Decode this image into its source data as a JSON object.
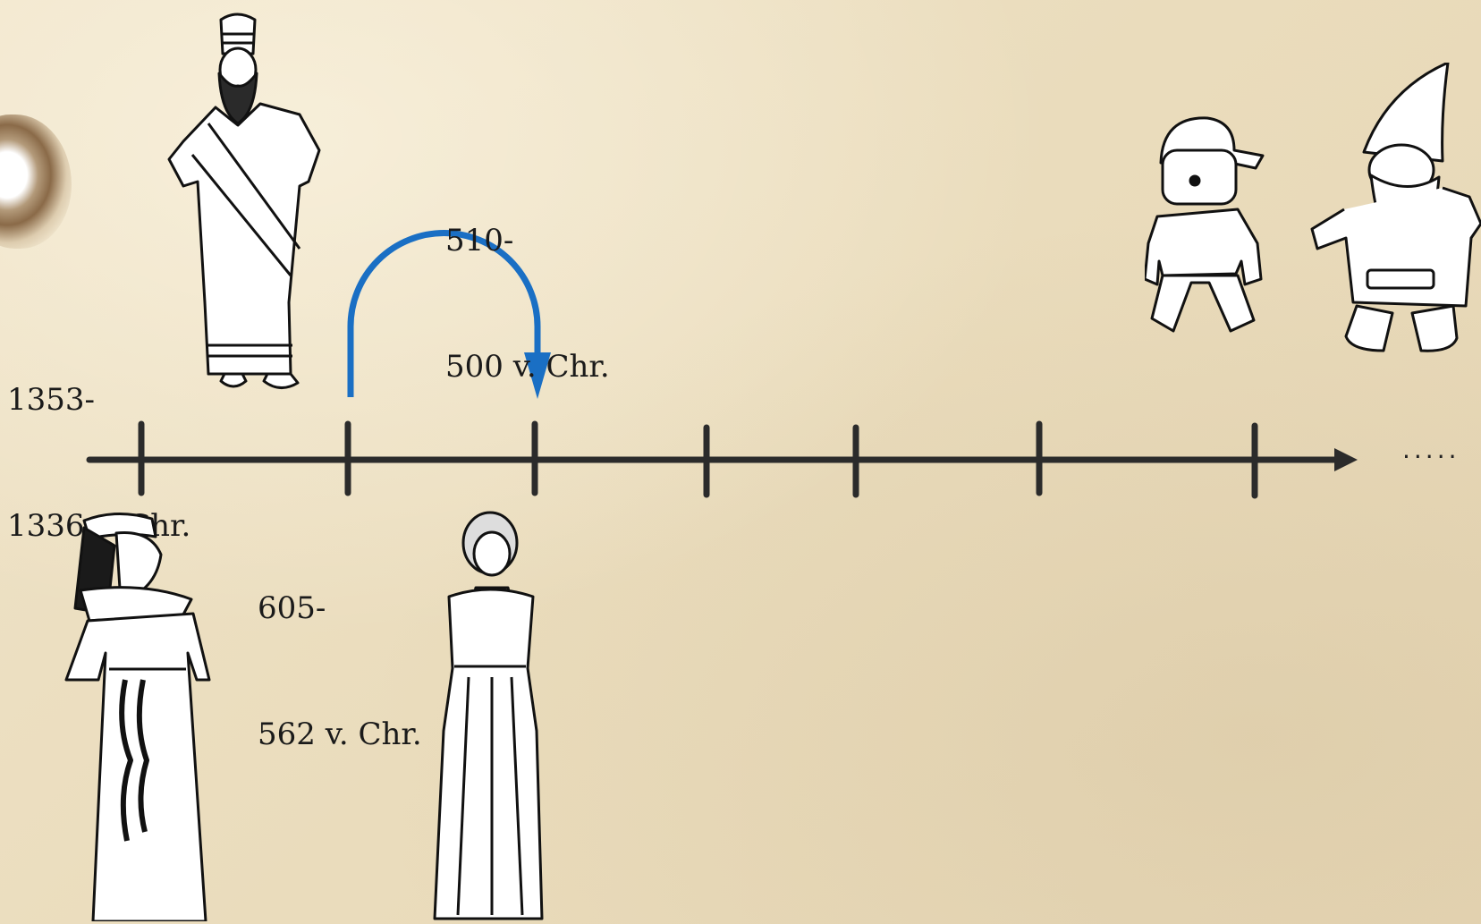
{
  "labels": {
    "date1_line1": "1353-",
    "date1_line2": "1336 v. Chr.",
    "date2_line1": "605-",
    "date2_line2": "562 v. Chr.",
    "date3_line1": "510-",
    "date3_line2": "500 v. Chr.",
    "ellipsis": "....."
  },
  "colors": {
    "timeline": "#2b2b2b",
    "arrow": "#1a6fc4",
    "parchment": "#ecdfc2"
  },
  "figures": [
    {
      "name": "assyrian-king-icon"
    },
    {
      "name": "egyptian-queen-icon"
    },
    {
      "name": "greek-woman-icon"
    },
    {
      "name": "toy-figure-icon"
    },
    {
      "name": "garden-gnome-icon"
    }
  ]
}
